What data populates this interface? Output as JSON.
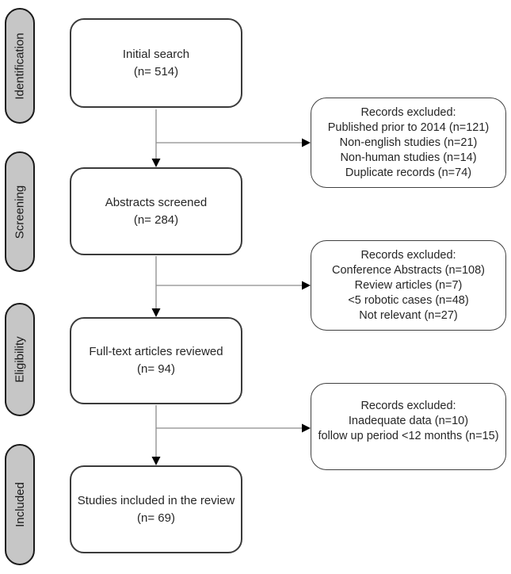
{
  "flow": {
    "stages": [
      {
        "label": "Identification"
      },
      {
        "label": "Screening"
      },
      {
        "label": "Eligibility"
      },
      {
        "label": "Included"
      }
    ],
    "main_boxes": [
      {
        "line1": "Initial search",
        "line2": "(n= 514)"
      },
      {
        "line1": "Abstracts screened",
        "line2": "(n= 284)"
      },
      {
        "line1": "Full-text articles reviewed",
        "line2": "(n= 94)"
      },
      {
        "line1": "Studies included in the review",
        "line2": "(n= 69)"
      }
    ],
    "exclusions": [
      {
        "title": "Records excluded:",
        "items": [
          "Published prior to 2014 (n=121)",
          "Non-english studies (n=21)",
          "Non-human studies (n=14)",
          "Duplicate records (n=74)"
        ]
      },
      {
        "title": "Records excluded:",
        "items": [
          "Conference Abstracts (n=108)",
          "Review articles (n=7)",
          "<5 robotic cases (n=48)",
          "Not relevant (n=27)"
        ]
      },
      {
        "title": "Records excluded:",
        "items": [
          "Inadequate data (n=10)",
          "follow up period <12 months (n=15)"
        ]
      }
    ],
    "colors": {
      "stage_fill": "#c6c6c6",
      "box_border": "#3b3b3b",
      "connector_line": "#8c8c8c",
      "arrowhead": "#000000"
    }
  }
}
